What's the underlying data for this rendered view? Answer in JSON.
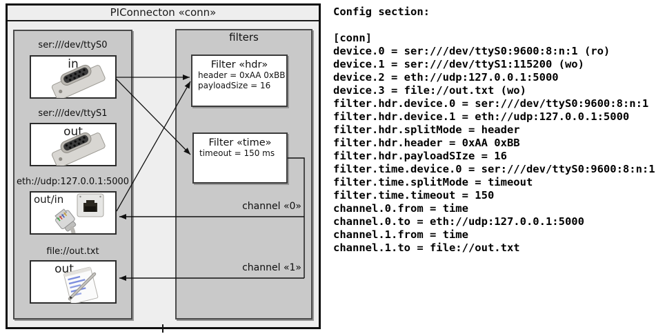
{
  "diagram": {
    "title": "PIConnecton «conn»",
    "devices_panel": {
      "devices": [
        {
          "label": "ser:///dev/ttyS0",
          "mode": "in",
          "icon": "serial-connector"
        },
        {
          "label": "ser:///dev/ttyS1",
          "mode": "out",
          "icon": "serial-connector"
        },
        {
          "label": "eth://udp:127.0.0.1:5000",
          "mode": "out/in",
          "icon": "ethernet-connector"
        },
        {
          "label": "file://out.txt",
          "mode": "out",
          "icon": "notepad"
        }
      ]
    },
    "filters_panel": {
      "title": "filters",
      "filters": [
        {
          "title": "Filter «hdr»",
          "lines": [
            "header = 0xAA 0xBB",
            "payloadSize = 16"
          ]
        },
        {
          "title": "Filter «time»",
          "lines": [
            "timeout = 150 ms"
          ]
        }
      ]
    },
    "channels": [
      {
        "label": "channel «0»"
      },
      {
        "label": "channel «1»"
      }
    ]
  },
  "config": {
    "heading": "Config section:",
    "lines": [
      "Config section:",
      "",
      "[conn]",
      "device.0 = ser:///dev/ttyS0:9600:8:n:1 (ro)",
      "device.1 = ser:///dev/ttyS1:115200 (wo)",
      "device.2 = eth://udp:127.0.0.1:5000",
      "device.3 = file://out.txt (wo)",
      "filter.hdr.device.0 = ser:///dev/ttyS0:9600:8:n:1",
      "filter.hdr.device.1 = eth://udp:127.0.0.1:5000",
      "filter.hdr.splitMode = header",
      "filter.hdr.header = 0xAA 0xBB",
      "filter.hdr.payloadSIze = 16",
      "filter.time.device.0 = ser:///dev/ttyS0:9600:8:n:1",
      "filter.time.splitMode = timeout",
      "filter.time.timeout = 150",
      "channel.0.from = time",
      "channel.0.to = eth://udp:127.0.0.1:5000",
      "channel.1.from = time",
      "channel.1.to = file://out.txt"
    ]
  },
  "colors": {
    "outer_background": "#eeeeee",
    "panel_background": "#c9c9c9",
    "box_background": "#ffffff",
    "line_color": "#1a1a1a"
  }
}
